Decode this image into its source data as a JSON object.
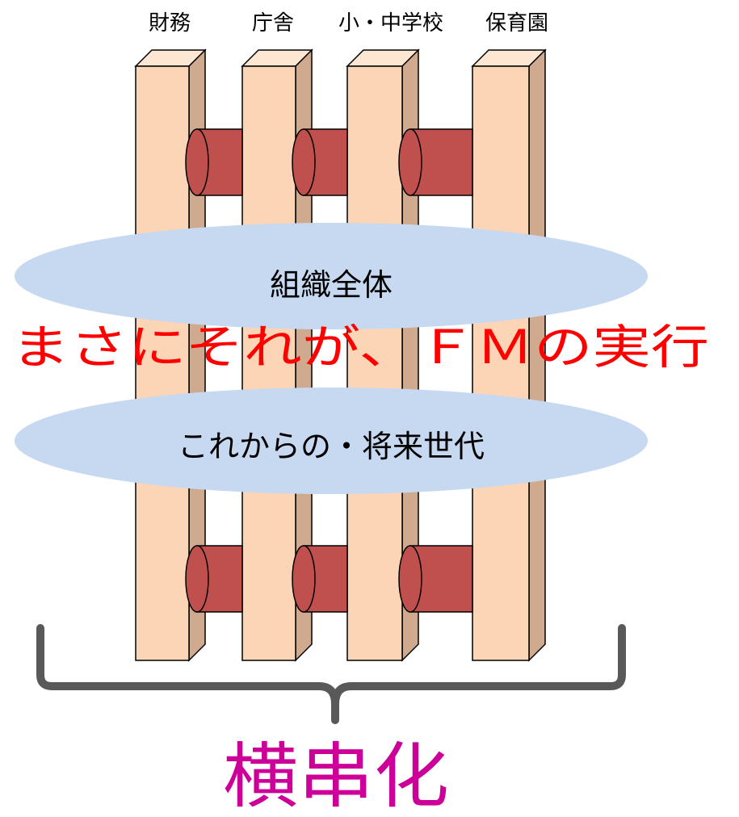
{
  "pillars": [
    {
      "label": "財務"
    },
    {
      "label": "庁舎"
    },
    {
      "label": "小・中学校"
    },
    {
      "label": "保育園"
    }
  ],
  "ellipse_top": {
    "label": "組織全体"
  },
  "ellipse_bottom": {
    "label": "これからの・将来世代"
  },
  "overlay_text": "まさにそれが、ＦＭの実行",
  "bottom_text": "横串化",
  "colors": {
    "pillar_front": "#fbd5b5",
    "pillar_side": "#cfaa8f",
    "pillar_top": "#fde6d2",
    "connector": "#c0504d",
    "connector_edge": "#8c2f2d",
    "ellipse": "#c6d9f1",
    "overlay_text": "#ff0000",
    "bottom_text": "#cc0099",
    "brace": "#595959"
  }
}
